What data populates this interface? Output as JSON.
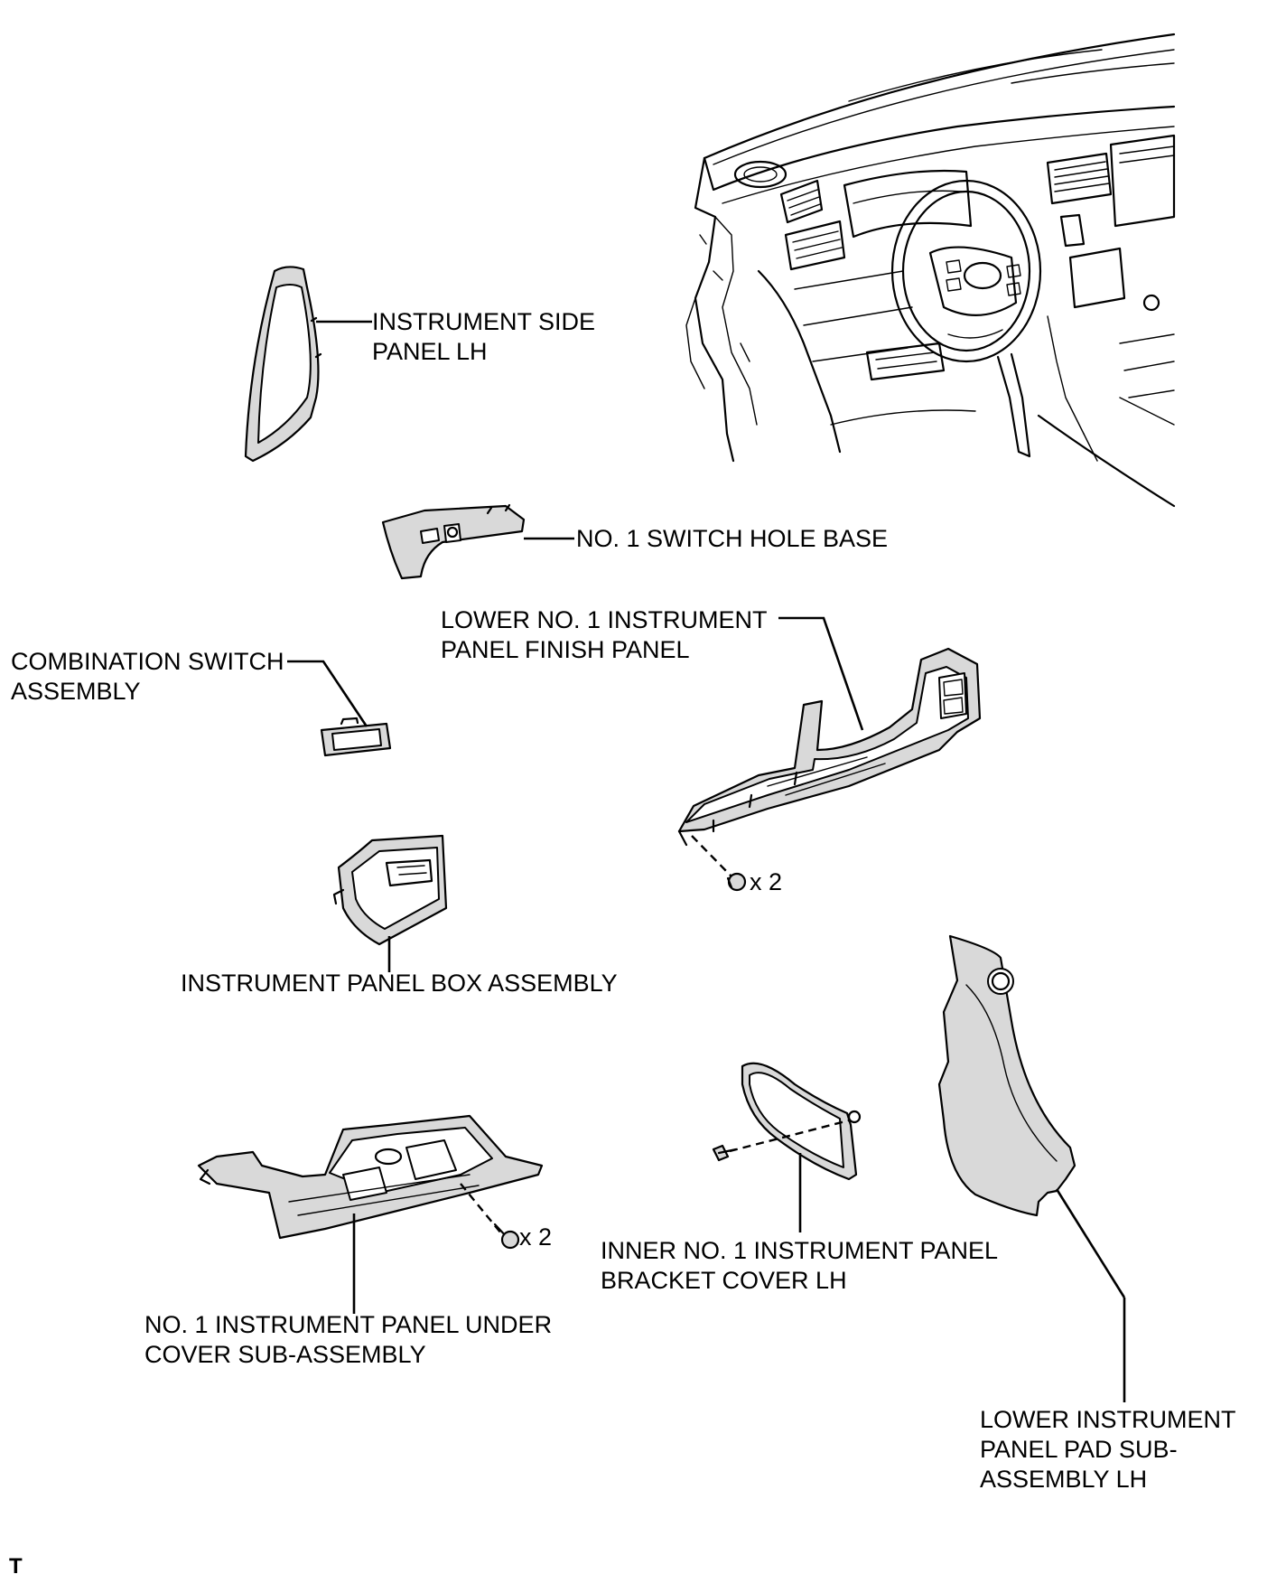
{
  "labels": {
    "instrument_side_panel": [
      "INSTRUMENT SIDE",
      "PANEL LH"
    ],
    "switch_hole_base": [
      "NO. 1 SWITCH HOLE BASE"
    ],
    "lower_finish_panel": [
      "LOWER NO. 1 INSTRUMENT",
      "PANEL FINISH PANEL"
    ],
    "combination_switch": [
      "COMBINATION SWITCH",
      "ASSEMBLY"
    ],
    "panel_box": [
      "INSTRUMENT PANEL BOX ASSEMBLY"
    ],
    "under_cover": [
      "NO. 1 INSTRUMENT PANEL UNDER",
      "COVER SUB-ASSEMBLY"
    ],
    "bracket_cover": [
      "INNER NO. 1 INSTRUMENT PANEL",
      "BRACKET COVER LH"
    ],
    "pad_sub_assembly": [
      "LOWER INSTRUMENT",
      "PANEL PAD SUB-",
      "ASSEMBLY LH"
    ]
  },
  "quantities": {
    "finish_panel_screws": "x 2",
    "under_cover_screws": "x 2"
  },
  "figure_code": "T",
  "colors": {
    "line": "#000000",
    "part_fill": "#d9d9d9",
    "background": "#ffffff"
  }
}
